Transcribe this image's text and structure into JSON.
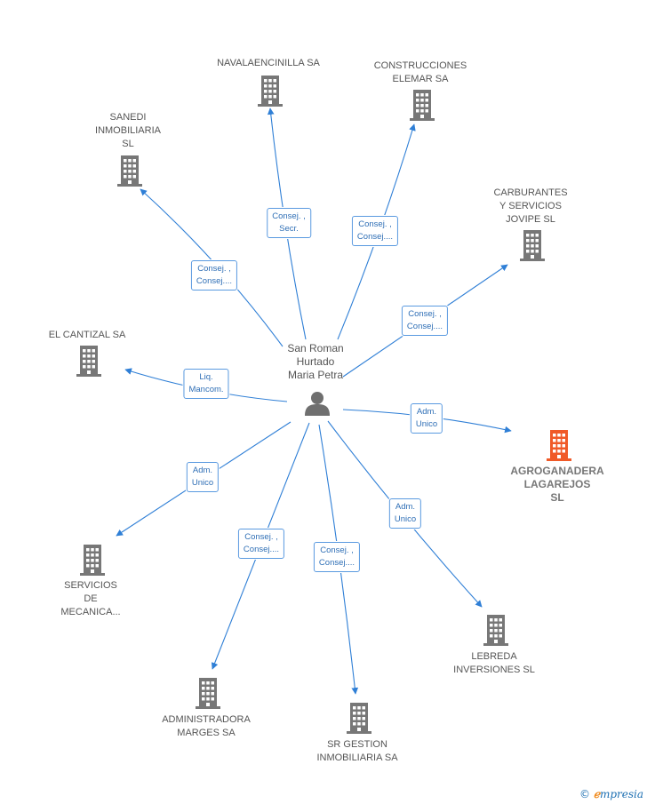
{
  "center": {
    "label": "San Roman\nHurtado\nMaria Petra",
    "icon": "person-icon"
  },
  "colors": {
    "edge": "#2f7fd6",
    "company": "#777777",
    "highlight": "#f05a28"
  },
  "nodes": [
    {
      "id": "navalaencinilla",
      "label": "NAVALAENCINILLA SA",
      "icon": "building-icon",
      "highlight": false
    },
    {
      "id": "construcciones",
      "label": "CONSTRUCCIONES\nELEMAR SA",
      "icon": "building-icon",
      "highlight": false
    },
    {
      "id": "sanedi",
      "label": "SANEDI\nINMOBILIARIA\nSL",
      "icon": "building-icon",
      "highlight": false
    },
    {
      "id": "carburantes",
      "label": "CARBURANTES\nY SERVICIOS\nJOVIPE SL",
      "icon": "building-icon",
      "highlight": false
    },
    {
      "id": "cantizal",
      "label": "EL CANTIZAL SA",
      "icon": "building-icon",
      "highlight": false
    },
    {
      "id": "agroganadera",
      "label": "AGROGANADERA\nLAGAREJOS\nSL",
      "icon": "building-icon",
      "highlight": true
    },
    {
      "id": "servicios",
      "label": "SERVICIOS\nDE\nMECANICA...",
      "icon": "building-icon",
      "highlight": false
    },
    {
      "id": "lebreda",
      "label": "LEBREDA\nINVERSIONES SL",
      "icon": "building-icon",
      "highlight": false
    },
    {
      "id": "administradora",
      "label": "ADMINISTRADORA\nMARGES SA",
      "icon": "building-icon",
      "highlight": false
    },
    {
      "id": "srgestion",
      "label": "SR GESTION\nINMOBILIARIA SA",
      "icon": "building-icon",
      "highlight": false
    }
  ],
  "edges": [
    {
      "to": "navalaencinilla",
      "label": "Consej. ,\nSecr."
    },
    {
      "to": "construcciones",
      "label": "Consej. ,\nConsej...."
    },
    {
      "to": "sanedi",
      "label": "Consej. ,\nConsej...."
    },
    {
      "to": "carburantes",
      "label": "Consej. ,\nConsej...."
    },
    {
      "to": "cantizal",
      "label": "Liq.\nMancom."
    },
    {
      "to": "agroganadera",
      "label": "Adm.\nUnico"
    },
    {
      "to": "servicios",
      "label": "Adm.\nUnico"
    },
    {
      "to": "lebreda",
      "label": "Adm.\nUnico"
    },
    {
      "to": "administradora",
      "label": "Consej. ,\nConsej...."
    },
    {
      "to": "srgestion",
      "label": "Consej. ,\nConsej...."
    }
  ],
  "brand": {
    "copyright": "©",
    "name_initial": "ℯ",
    "name_rest": "mpresia"
  }
}
